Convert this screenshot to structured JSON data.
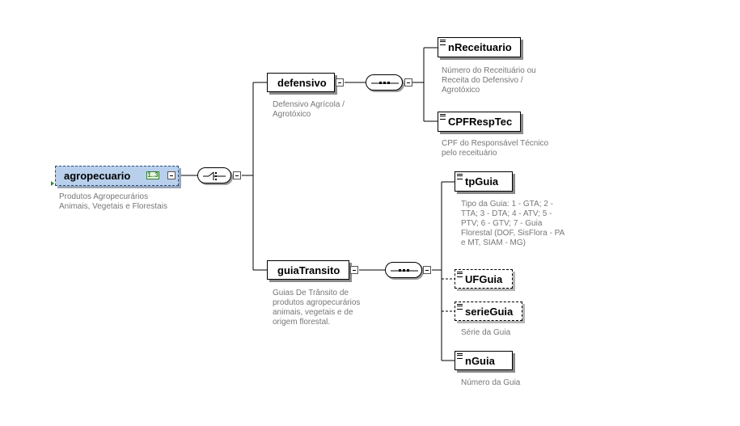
{
  "root": {
    "name": "agropecuario",
    "doc": [
      "Produtos Agropecurários",
      "Animais, Vegetais e Florestais"
    ],
    "badge": "1..3"
  },
  "defensivo": {
    "name": "defensivo",
    "doc": [
      "Defensivo Agrícola /",
      "Agrotóxico"
    ],
    "children": [
      {
        "name": "nReceituario",
        "doc": [
          "Número do Receituário ou",
          "Receita do Defensivo /",
          "Agrotóxico"
        ]
      },
      {
        "name": "CPFRespTec",
        "doc": [
          "CPF do Responsável Técnico",
          "pelo receituário"
        ]
      }
    ]
  },
  "guiaTransito": {
    "name": "guiaTransito",
    "doc": [
      "Guias De Trânsito de",
      "produtos agropecurários",
      "animais, vegetais e de",
      "origem florestal."
    ],
    "children": [
      {
        "name": "tpGuia",
        "doc": [
          "Tipo da Guia: 1 - GTA; 2 -",
          "TTA; 3 - DTA; 4 - ATV; 5 -",
          "PTV; 6 - GTV; 7 - Guia",
          "Florestal (DOF, SisFlora - PA",
          "e MT, SIAM - MG)"
        ]
      },
      {
        "name": "UFGuia",
        "doc": []
      },
      {
        "name": "serieGuia",
        "doc": [
          "Série da Guia"
        ]
      },
      {
        "name": "nGuia",
        "doc": [
          "Número da Guia"
        ]
      }
    ]
  }
}
